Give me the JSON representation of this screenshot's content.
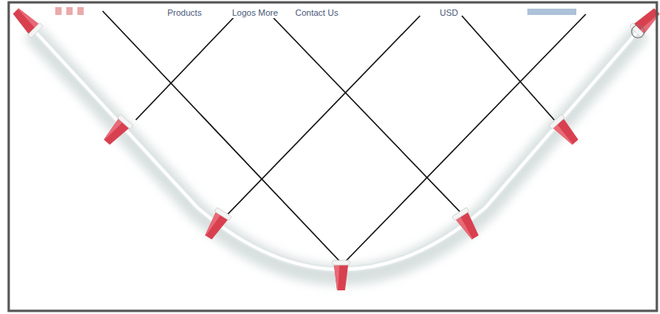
{
  "diagram": {
    "labels": [
      "Products",
      "Logos More",
      "Contact Us",
      "USD"
    ]
  }
}
